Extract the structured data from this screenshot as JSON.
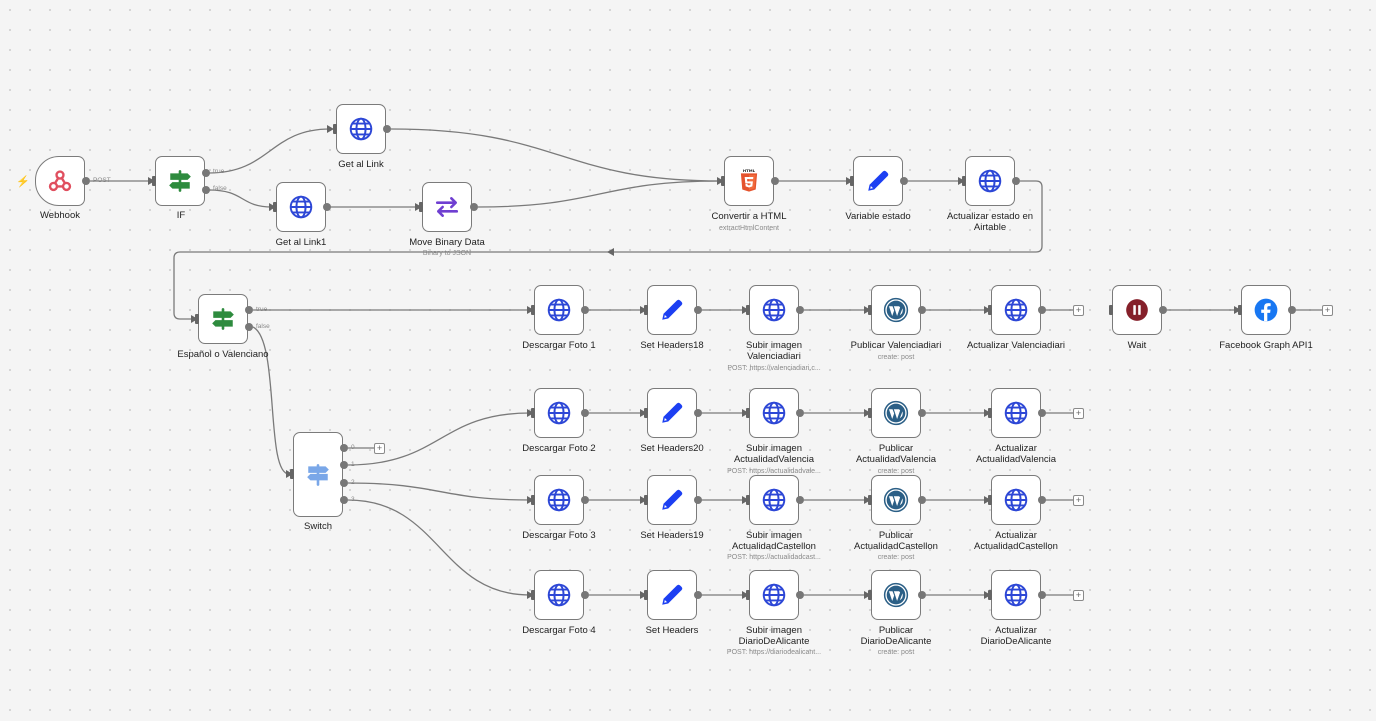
{
  "colors": {
    "globe": "#2d47d6",
    "pencil": "#1c3ff2",
    "if_green": "#2e8b3e",
    "switch_blue": "#7aa7e8",
    "move": "#6f3fd1",
    "html5": "#e5532d",
    "wordpress": "#2b5f86",
    "wait": "#85202a",
    "facebook": "#1877f2",
    "webhook": "#e04f5f",
    "edge": "#7a7a7a"
  },
  "nodes": {
    "webhook": {
      "label": "Webhook",
      "port": "POST"
    },
    "if": {
      "label": "IF",
      "true": "true",
      "false": "false"
    },
    "get_link": {
      "label": "Get al Link"
    },
    "get_link1": {
      "label": "Get al Link1"
    },
    "move": {
      "label": "Move Binary Data",
      "sub": "Binary to JSON"
    },
    "html": {
      "label": "Convertir a HTML",
      "sub": "extractHtmlContent"
    },
    "variable": {
      "label": "Variable estado"
    },
    "airtable": {
      "label": "Actualizar estado en Airtable"
    },
    "esp": {
      "label": "Español o Valenciano",
      "true": "true",
      "false": "false"
    },
    "switch": {
      "label": "Switch",
      "o0": "0",
      "o1": "1",
      "o2": "2",
      "o3": "3"
    },
    "foto1": {
      "label": "Descargar Foto 1"
    },
    "hdr18": {
      "label": "Set Headers18"
    },
    "sub1": {
      "label": "Subir imagen Valenciadiari",
      "sub": "POST: https://valenciadiari.c..."
    },
    "pub1": {
      "label": "Publicar Valenciadiari",
      "sub": "create: post"
    },
    "act1": {
      "label": "Actualizar Valenciadiari"
    },
    "wait": {
      "label": "Wait"
    },
    "fb": {
      "label": "Facebook Graph API1"
    },
    "foto2": {
      "label": "Descargar Foto 2"
    },
    "hdr20": {
      "label": "Set Headers20"
    },
    "sub2": {
      "label": "Subir imagen ActualidadValencia",
      "sub": "POST: https://actualidadvale..."
    },
    "pub2": {
      "label": "Publicar ActualidadValencia",
      "sub": "create: post"
    },
    "act2": {
      "label": "Actualizar ActualidadValencia"
    },
    "foto3": {
      "label": "Descargar Foto 3"
    },
    "hdr19": {
      "label": "Set Headers19"
    },
    "sub3": {
      "label": "Subir imagen ActualidadCastellon",
      "sub": "POST: https://actualidadcast..."
    },
    "pub3": {
      "label": "Publicar ActualidadCastellon",
      "sub": "create: post"
    },
    "act3": {
      "label": "Actualizar ActualidadCastellon"
    },
    "foto4": {
      "label": "Descargar Foto 4"
    },
    "hdr": {
      "label": "Set Headers"
    },
    "sub4": {
      "label": "Subir imagen DiarioDeAlicante",
      "sub": "POST: https://diariodealicant..."
    },
    "pub4": {
      "label": "Publicar DiarioDeAlicante",
      "sub": "create: post"
    },
    "act4": {
      "label": "Actualizar DiarioDeAlicante"
    }
  },
  "add_button": "+"
}
